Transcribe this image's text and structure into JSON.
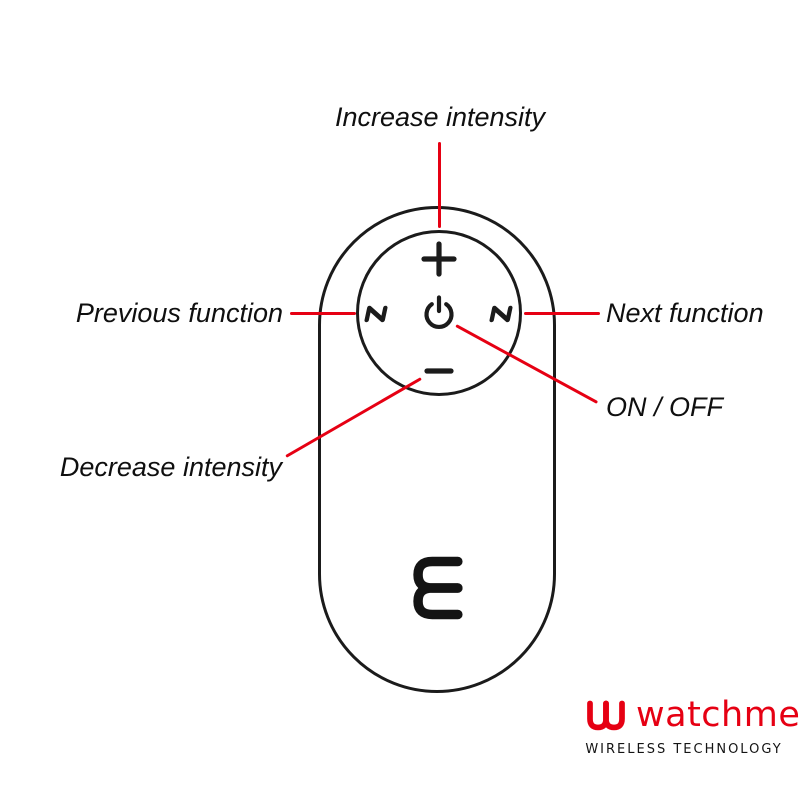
{
  "diagram": {
    "callouts": {
      "increase": "Increase intensity",
      "previous": "Previous function",
      "next": "Next function",
      "power": "ON / OFF",
      "decrease": "Decrease intensity"
    }
  },
  "brand": {
    "name": "watchme",
    "tagline": "WIRELESS TECHNOLOGY"
  },
  "colors": {
    "outline_black": "#1b1b1b",
    "callout_red": "#e60013",
    "brand_red": "#e60013",
    "background": "#ffffff"
  },
  "icons": {
    "plus": "plus-sign",
    "minus": "minus-sign",
    "power": "power-symbol",
    "previous_wave": "function-wave",
    "next_wave": "function-wave",
    "logo_mark": "watchme-double-u-mark"
  }
}
